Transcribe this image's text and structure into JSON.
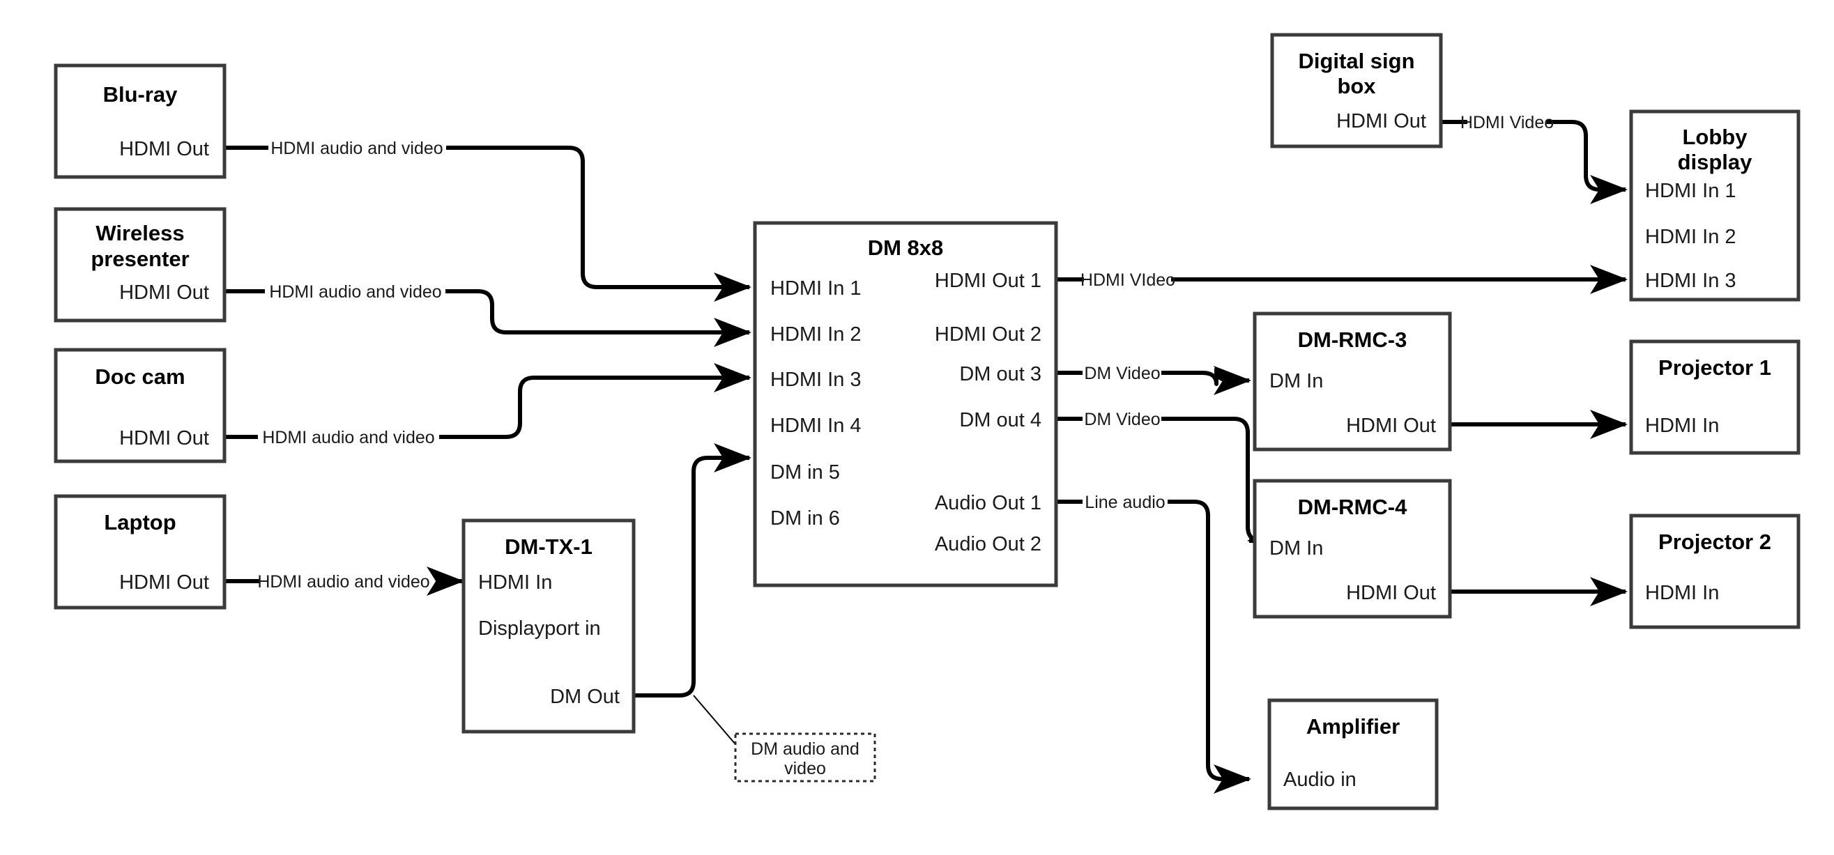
{
  "diagram": {
    "title": "AV signal flow diagram",
    "colors": {
      "box_stroke": "#3b3b3b",
      "wire": "#000000",
      "text": "#1a1a1a",
      "background": "#ffffff"
    },
    "nodes": [
      {
        "id": "blu-ray",
        "title": "Blu-ray",
        "ports_right": [
          "HDMI Out"
        ],
        "ports_left": []
      },
      {
        "id": "wireless-presenter",
        "title": "Wireless presenter",
        "title_lines": [
          "Wireless",
          "presenter"
        ],
        "ports_right": [
          "HDMI Out"
        ],
        "ports_left": []
      },
      {
        "id": "doc-cam",
        "title": "Doc cam",
        "ports_right": [
          "HDMI Out"
        ],
        "ports_left": []
      },
      {
        "id": "laptop",
        "title": "Laptop",
        "ports_right": [
          "HDMI Out"
        ],
        "ports_left": []
      },
      {
        "id": "dm-tx-1",
        "title": "DM-TX-1",
        "ports_left": [
          "HDMI In",
          "Displayport in"
        ],
        "ports_right": [
          "DM Out"
        ]
      },
      {
        "id": "dm-8x8",
        "title": "DM 8x8",
        "ports_left": [
          "HDMI In 1",
          "HDMI In 2",
          "HDMI In 3",
          "HDMI In 4",
          "DM in 5",
          "DM in 6"
        ],
        "ports_right": [
          "HDMI Out 1",
          "HDMI Out 2",
          "DM out 3",
          "DM out 4",
          "Audio Out 1",
          "Audio Out 2"
        ]
      },
      {
        "id": "digital-sign-box",
        "title": "Digital sign box",
        "title_lines": [
          "Digital sign",
          "box"
        ],
        "ports_right": [
          "HDMI Out"
        ],
        "ports_left": []
      },
      {
        "id": "lobby-display",
        "title": "Lobby display",
        "title_lines": [
          "Lobby",
          "display"
        ],
        "ports_left": [
          "HDMI In 1",
          "HDMI In 2",
          "HDMI In 3"
        ],
        "ports_right": []
      },
      {
        "id": "dm-rmc-3",
        "title": "DM-RMC-3",
        "ports_left": [
          "DM In"
        ],
        "ports_right": [
          "HDMI Out"
        ]
      },
      {
        "id": "dm-rmc-4",
        "title": "DM-RMC-4",
        "ports_left": [
          "DM In"
        ],
        "ports_right": [
          "HDMI Out"
        ]
      },
      {
        "id": "projector-1",
        "title": "Projector 1",
        "ports_left": [
          "HDMI In"
        ],
        "ports_right": []
      },
      {
        "id": "projector-2",
        "title": "Projector 2",
        "ports_left": [
          "HDMI In"
        ],
        "ports_right": []
      },
      {
        "id": "amplifier",
        "title": "Amplifier",
        "ports_left": [
          "Audio in"
        ],
        "ports_right": []
      }
    ],
    "edges": [
      {
        "id": "bluray-to-dm",
        "from": "blu-ray.HDMI Out",
        "to": "dm-8x8.HDMI In 1",
        "label": "HDMI audio and video"
      },
      {
        "id": "wireless-to-dm",
        "from": "wireless-presenter.HDMI Out",
        "to": "dm-8x8.HDMI In 2",
        "label": "HDMI audio and video"
      },
      {
        "id": "doccam-to-dm",
        "from": "doc-cam.HDMI Out",
        "to": "dm-8x8.HDMI In 3",
        "label": "HDMI audio and video"
      },
      {
        "id": "laptop-to-tx",
        "from": "laptop.HDMI Out",
        "to": "dm-tx-1.HDMI In",
        "label": "HDMI audio and video"
      },
      {
        "id": "tx-to-dm",
        "from": "dm-tx-1.DM Out",
        "to": "dm-8x8.DM in 5",
        "label": "DM audio and video",
        "label_style": "callout"
      },
      {
        "id": "dm-out1-to-lobby",
        "from": "dm-8x8.HDMI Out 1",
        "to": "lobby-display.HDMI In 3",
        "label": "HDMI VIdeo"
      },
      {
        "id": "sign-to-lobby",
        "from": "digital-sign-box.HDMI Out",
        "to": "lobby-display.HDMI In 1",
        "label": "HDMI Video"
      },
      {
        "id": "dm-out3-to-rmc3",
        "from": "dm-8x8.DM out 3",
        "to": "dm-rmc-3.DM In",
        "label": "DM Video"
      },
      {
        "id": "dm-out4-to-rmc4",
        "from": "dm-8x8.DM out 4",
        "to": "dm-rmc-4.DM In",
        "label": "DM Video"
      },
      {
        "id": "audio-out1-to-amp",
        "from": "dm-8x8.Audio Out 1",
        "to": "amplifier.Audio in",
        "label": "Line audio"
      },
      {
        "id": "rmc3-to-proj1",
        "from": "dm-rmc-3.HDMI Out",
        "to": "projector-1.HDMI In",
        "label": ""
      },
      {
        "id": "rmc4-to-proj2",
        "from": "dm-rmc-4.HDMI Out",
        "to": "projector-2.HDMI In",
        "label": ""
      }
    ],
    "labels": {
      "bluray_title": "Blu-ray",
      "bluray_port": "HDMI Out",
      "bluray_edge": "HDMI audio and video",
      "wireless_title_1": "Wireless",
      "wireless_title_2": "presenter",
      "wireless_port": "HDMI Out",
      "wireless_edge": "HDMI audio and video",
      "doccam_title": "Doc cam",
      "doccam_port": "HDMI Out",
      "doccam_edge": "HDMI audio and video",
      "laptop_title": "Laptop",
      "laptop_port": "HDMI Out",
      "laptop_edge": "HDMI audio and video",
      "tx_title": "DM-TX-1",
      "tx_port_hdmi_in": "HDMI In",
      "tx_port_dp_in": "Displayport in",
      "tx_port_dm_out": "DM Out",
      "tx_note": "DM audio and video",
      "tx_note_line1": "DM audio and",
      "tx_note_line2": "video",
      "dm_title": "DM 8x8",
      "dm_in_1": "HDMI In 1",
      "dm_in_2": "HDMI In 2",
      "dm_in_3": "HDMI In 3",
      "dm_in_4": "HDMI In 4",
      "dm_in_5": "DM in 5",
      "dm_in_6": "DM in 6",
      "dm_out_1": "HDMI Out 1",
      "dm_out_2": "HDMI Out 2",
      "dm_out_3": "DM out 3",
      "dm_out_4": "DM out 4",
      "dm_audio_out_1": "Audio Out 1",
      "dm_audio_out_2": "Audio Out 2",
      "dm_out1_edge": "HDMI VIdeo",
      "dm_out3_edge": "DM Video",
      "dm_out4_edge": "DM Video",
      "dm_audio_edge": "Line audio",
      "sign_title_1": "Digital sign",
      "sign_title_2": "box",
      "sign_port": "HDMI Out",
      "sign_edge": "HDMI Video",
      "lobby_title_1": "Lobby",
      "lobby_title_2": "display",
      "lobby_in_1": "HDMI In 1",
      "lobby_in_2": "HDMI In 2",
      "lobby_in_3": "HDMI In 3",
      "rmc3_title": "DM-RMC-3",
      "rmc3_in": "DM In",
      "rmc3_out": "HDMI Out",
      "rmc4_title": "DM-RMC-4",
      "rmc4_in": "DM In",
      "rmc4_out": "HDMI Out",
      "proj1_title": "Projector 1",
      "proj1_in": "HDMI In",
      "proj2_title": "Projector 2",
      "proj2_in": "HDMI In",
      "amp_title": "Amplifier",
      "amp_in": "Audio in"
    }
  }
}
